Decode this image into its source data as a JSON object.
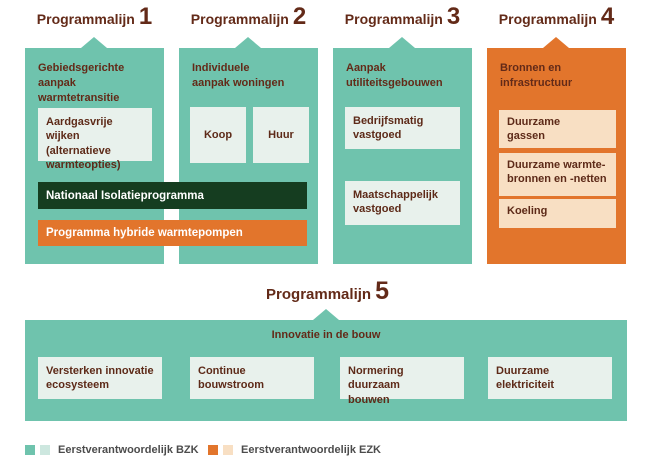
{
  "palette": {
    "teal": "#6fc3ad",
    "mint": "#e8f1ec",
    "dark_green": "#153d20",
    "orange": "#e2752c",
    "peach": "#f8dfc3",
    "maroon_text": "#632a18",
    "legend_teal_light": "#cde7df",
    "legend_peach_light": "#f8dfc3",
    "legend_text": "#4c4c4c"
  },
  "program_lines": [
    {
      "label": "Programmalijn",
      "number": "1",
      "subtitle": "Gebiedsgerichte\naanpak warmtetransitie",
      "boxes": [
        "Aardgasvrije wijken\n(alternatieve\nwarmteopties)"
      ]
    },
    {
      "label": "Programmalijn",
      "number": "2",
      "subtitle": "Individuele\naanpak woningen",
      "boxes": [
        "Koop",
        "Huur"
      ]
    },
    {
      "label": "Programmalijn",
      "number": "3",
      "subtitle": "Aanpak\nutiliteitsgebouwen",
      "boxes": [
        "Bedrijfsmatig\nvastgoed",
        "Maatschappelijk\nvastgoed"
      ]
    },
    {
      "label": "Programmalijn",
      "number": "4",
      "subtitle": "Bronnen en\ninfrastructuur",
      "boxes": [
        "Duurzame\ngassen",
        "Duurzame warmte-\nbronnen en -netten",
        "Koeling"
      ]
    },
    {
      "label": "Programmalijn",
      "number": "5",
      "subtitle": "Innovatie in de bouw",
      "boxes": [
        "Versterken innovatie\necosysteem",
        "Continue\nbouwstroom",
        "Normering duurzaam\nbouwen",
        "Duurzame\nelektriciteit"
      ]
    }
  ],
  "cross_program_bars": [
    {
      "label": "Nationaal Isolatieprogramma"
    },
    {
      "label": "Programma hybride warmtepompen"
    }
  ],
  "legend": [
    {
      "label": "Eerstverantwoordelijk BZK"
    },
    {
      "label": "Eerstverantwoordelijk EZK"
    }
  ]
}
